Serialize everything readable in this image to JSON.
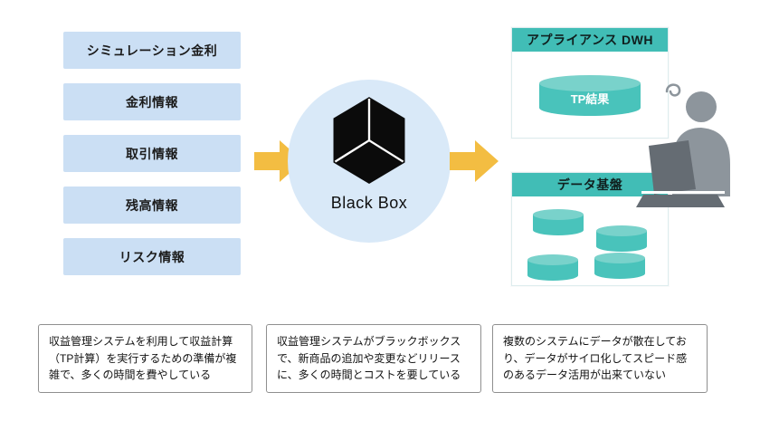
{
  "diagram": {
    "inputs": [
      {
        "label": "シミュレーション金利"
      },
      {
        "label": "金利情報"
      },
      {
        "label": "取引情報"
      },
      {
        "label": "残高情報"
      },
      {
        "label": "リスク情報"
      }
    ],
    "blackbox": {
      "label": "Black Box",
      "icon": "cube-icon"
    },
    "dwh_panel": {
      "title": "アプライアンス DWH",
      "cylinder_label": "TP結果",
      "icon": "database-cylinder-icon"
    },
    "data_platform_panel": {
      "title": "データ基盤",
      "cylinder_count": 4,
      "icon": "database-cylinder-icon"
    },
    "person": {
      "icon": "frustrated-user-with-laptop-icon"
    },
    "arrows": {
      "icon": "arrow-right-icon",
      "count": 2
    },
    "notes": [
      {
        "text": "収益管理システムを利用して収益計算（TP計算）を実行するための準備が複雑で、多くの時間を費やしている"
      },
      {
        "text": "収益管理システムがブラックボックスで、新商品の追加や変更などリリースに、多くの時間とコストを要している"
      },
      {
        "text": "複数のシステムにデータが散在しており、データがサイロ化してスピード感のあるデータ活用が出来ていない"
      }
    ],
    "colors": {
      "input_box": "#cbdff4",
      "circle": "#d9e9f8",
      "teal_header": "#41bdb6",
      "cylinder_body": "#49c3bb",
      "cylinder_top": "#79d2cb",
      "arrow": "#f3bd42",
      "person": "#8d959c"
    }
  }
}
